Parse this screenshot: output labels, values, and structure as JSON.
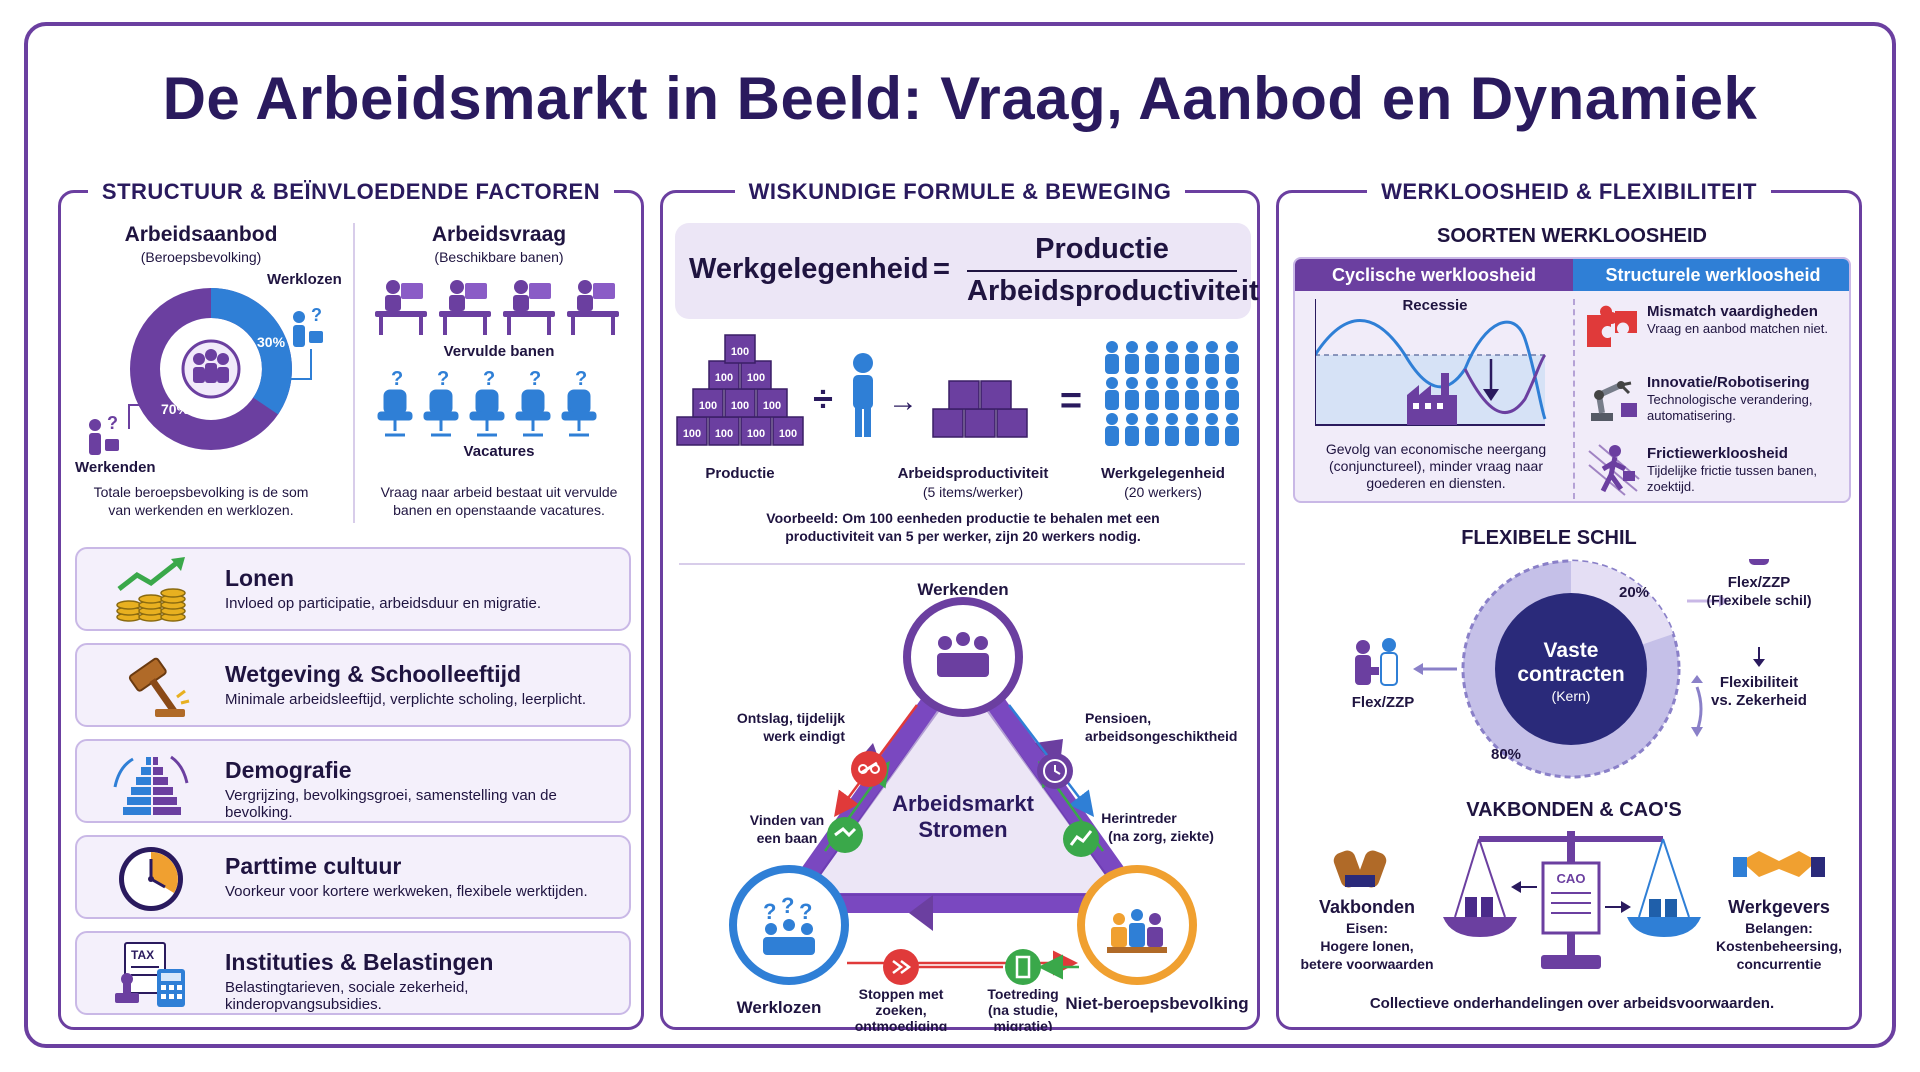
{
  "title": "De Arbeidsmarkt in Beeld: Vraag, Aanbod en Dynamiek",
  "colors": {
    "primary": "#6b3fa0",
    "dark": "#2a1a5e",
    "blue": "#2f7fd6",
    "green": "#3aa84a",
    "red": "#e03a3a",
    "orange": "#f0a030"
  },
  "left": {
    "title": "STRUCTUUR & BEÏNVLOEDENDE FACTOREN",
    "aanbod": {
      "title": "Arbeidsaanbod",
      "subtitle": "(Beroepsbevolking)",
      "werklozen_label": "Werklozen",
      "werkenden_label": "Werkenden",
      "pct_werklozen": "30%",
      "pct_werkenden": "70%",
      "caption": "Totale beroepsbevolking is de som van werkenden en werklozen."
    },
    "vraag": {
      "title": "Arbeidsvraag",
      "subtitle": "(Beschikbare banen)",
      "vervulde_label": "Vervulde banen",
      "vacatures_label": "Vacatures",
      "caption": "Vraag naar arbeid bestaat uit vervulde banen en openstaande vacatures."
    },
    "factors": [
      {
        "icon": "coins-growth-icon",
        "title": "Lonen",
        "desc": "Invloed op participatie, arbeidsduur en migratie."
      },
      {
        "icon": "gavel-icon",
        "title": "Wetgeving & Schoolleeftijd",
        "desc": "Minimale arbeidsleeftijd, verplichte scholing, leerplicht."
      },
      {
        "icon": "population-pyramid-icon",
        "title": "Demografie",
        "desc": "Vergrijzing, bevolkingsgroei, samenstelling van de bevolking."
      },
      {
        "icon": "clock-icon",
        "title": "Parttime cultuur",
        "desc": "Voorkeur voor kortere werkweken, flexibele werktijden."
      },
      {
        "icon": "tax-calculator-icon",
        "title": "Instituties & Belastingen",
        "desc": "Belastingtarieven, sociale zekerheid, kinderopvangsubsidies."
      }
    ]
  },
  "middle": {
    "title": "WISKUNDIGE FORMULE & BEWEGING",
    "formula": {
      "lhs": "Werkgelegenheid",
      "eq": "=",
      "numerator": "Productie",
      "denominator": "Arbeidsproductiviteit"
    },
    "illustration": {
      "productie_label": "Productie",
      "box_value": "100",
      "productiviteit_label": "Arbeidsproductiviteit",
      "productiviteit_sub": "(5 items/werker)",
      "werkgelegenheid_label": "Werkgelegenheid",
      "werkgelegenheid_sub": "(20 werkers)",
      "example": "Voorbeeld: Om 100 eenheden productie te behalen met een productiviteit van 5 per werker, zijn 20 werkers nodig."
    },
    "flows": {
      "center": [
        "Arbeidsmarkt",
        "Stromen"
      ],
      "werkenden": "Werkenden",
      "werklozen": "Werklozen",
      "niet_beroeps": "Niet-beroepsbevolking",
      "ontslag": [
        "Ontslag, tijdelijk",
        "werk eindigt"
      ],
      "vinden": [
        "Vinden van",
        "een baan"
      ],
      "pensioen": [
        "Pensioen,",
        "arbeidsongeschiktheid"
      ],
      "herintreder": [
        "Herintreder",
        "(na zorg, ziekte)"
      ],
      "stoppen": [
        "Stoppen met",
        "zoeken,",
        "ontmoediging"
      ],
      "toetreding": [
        "Toetreding",
        "(na studie,",
        "migratie)"
      ]
    }
  },
  "right": {
    "title": "WERKLOOSHEID & FLEXIBILITEIT",
    "soorten": {
      "title": "SOORTEN WERKLOOSHEID",
      "cyclisch_header": "Cyclische werkloosheid",
      "structureel_header": "Structurele werkloosheid",
      "recessie_label": "Recessie",
      "cyclisch_desc": "Gevolg van economische neergang (conjunctureel), minder vraag naar goederen en diensten.",
      "items": [
        {
          "icon": "puzzle-icon",
          "title": "Mismatch vaardigheden",
          "desc": "Vraag en aanbod matchen niet."
        },
        {
          "icon": "robot-arm-icon",
          "title": "Innovatie/Robotisering",
          "desc": "Technologische verandering, automatisering."
        },
        {
          "icon": "walking-person-icon",
          "title": "Frictiewerkloosheid",
          "desc": "Tijdelijke frictie tussen banen, zoektijd."
        }
      ]
    },
    "flex": {
      "title": "FLEXIBELE SCHIL",
      "core": [
        "Vaste",
        "contracten"
      ],
      "core_sub": "(Kern)",
      "pct_flex": "20%",
      "pct_vast": "80%",
      "zzp_right": [
        "Flex/ZZP",
        "(Flexibele schil)"
      ],
      "flex_vs": [
        "Flexibiliteit",
        "vs. Zekerheid"
      ],
      "zzp_left": "Flex/ZZP"
    },
    "cao": {
      "title": "VAKBONDEN & CAO'S",
      "cao_label": "CAO",
      "vakbonden": "Vakbonden",
      "vakbonden_desc": [
        "Eisen:",
        "Hogere lonen,",
        "betere voorwaarden"
      ],
      "werkgevers": "Werkgevers",
      "werkgevers_desc": [
        "Belangen:",
        "Kostenbeheersing,",
        "concurrentie"
      ],
      "caption": "Collectieve onderhandelingen over arbeidsvoorwaarden."
    }
  }
}
